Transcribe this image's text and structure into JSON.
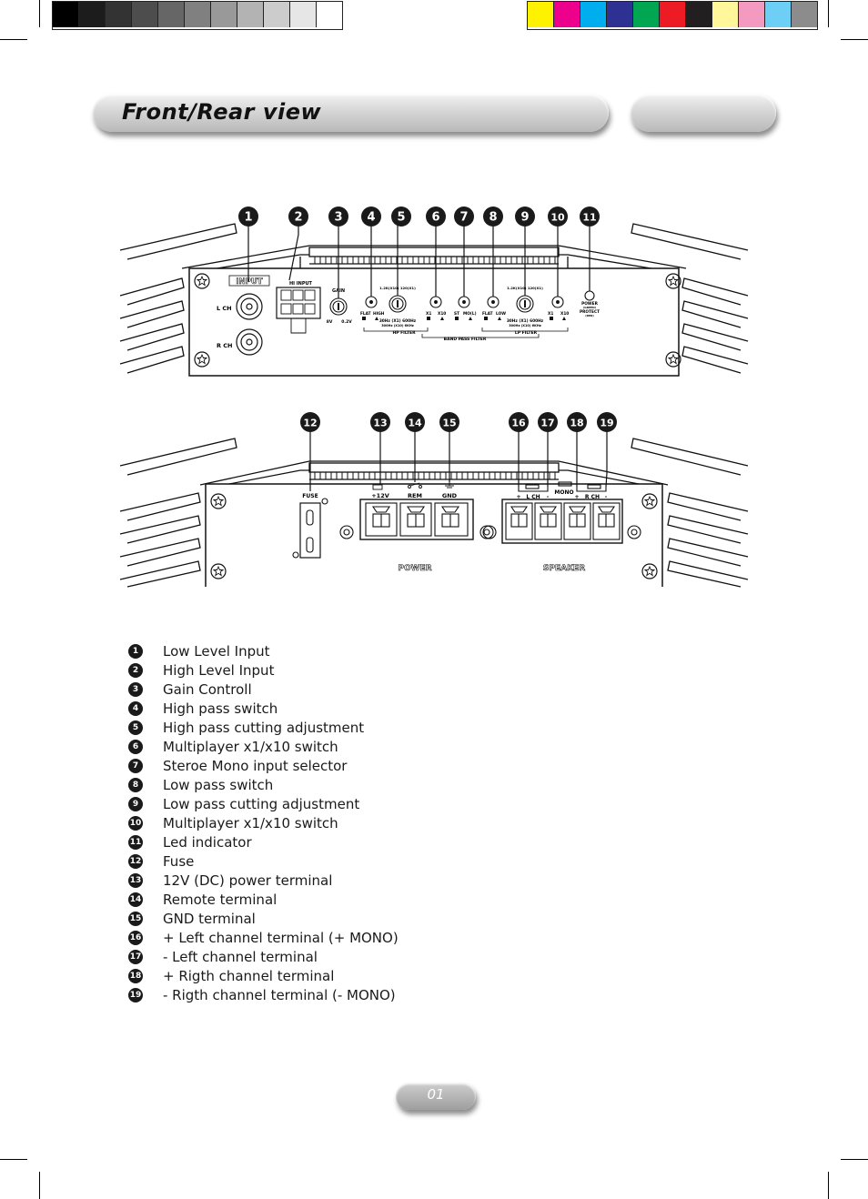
{
  "header": {
    "title": "Front/Rear view",
    "gray_swatches": [
      "#000000",
      "#1c1c1c",
      "#333333",
      "#4d4d4d",
      "#666666",
      "#808080",
      "#999999",
      "#b3b3b3",
      "#cccccc",
      "#e6e6e6",
      "#ffffff"
    ],
    "color_swatches": [
      "#fff200",
      "#ec008c",
      "#00aeef",
      "#2e3192",
      "#00a651",
      "#ed1c24",
      "#231f20",
      "#fff799",
      "#f49ac1",
      "#6dcff6",
      "#8c8c8c"
    ]
  },
  "front_panel": {
    "callouts": [
      "1",
      "2",
      "3",
      "4",
      "5",
      "6",
      "7",
      "8",
      "9",
      "10",
      "11"
    ],
    "input_logo": "INPUT",
    "hi_input": "HI INPUT",
    "l_ch": "L CH",
    "r_ch": "R CH",
    "gain": "GAIN",
    "gain_min": "8V",
    "gain_max": "0.2V",
    "flat": "FLAT",
    "high": "HIGH",
    "hp_range_top": "1.2K(X10) 120(X1)",
    "hp_range_bottom": "30Hz (X1) 600Hz",
    "hp_range_sub": "300Hz (X10) 6KHz",
    "x1": "X1",
    "x10": "X10",
    "st": "ST",
    "mo": "MO(L)",
    "flat2": "FLAT",
    "low": "LOW",
    "lp_range_top": "1.2K(X10) 120(X1)",
    "lp_range_bottom": "30Hz (X1) 600Hz",
    "lp_range_sub": "300Hz (X10) 6KHz",
    "x1b": "X1",
    "x10b": "X10",
    "power": "POWER",
    "green": "(GREEN)",
    "protect": "PROTECT",
    "red": "(RED)",
    "hp_filter": "HP FILTER",
    "band_pass": "BAND PASS FILTER",
    "lp_filter": "LP FILTER"
  },
  "rear_panel": {
    "callouts": [
      "12",
      "13",
      "14",
      "15",
      "16",
      "17",
      "18",
      "19"
    ],
    "fuse": "FUSE",
    "plus12v": "+12V",
    "rem": "REM",
    "gnd": "GND",
    "plus_l": "+",
    "l_ch": "L CH",
    "minus_l": "-",
    "mono": "MONO",
    "plus_r": "+",
    "r_ch": "R CH",
    "minus_r": "-",
    "power_logo": "POWER",
    "speaker_logo": "SPEAKER"
  },
  "legend": [
    {
      "num": "1",
      "label": "Low Level Input"
    },
    {
      "num": "2",
      "label": "High Level Input"
    },
    {
      "num": "3",
      "label": "Gain Controll"
    },
    {
      "num": "4",
      "label": "High pass switch"
    },
    {
      "num": "5",
      "label": "High pass cutting adjustment"
    },
    {
      "num": "6",
      "label": "Multiplayer x1/x10 switch"
    },
    {
      "num": "7",
      "label": "Steroe Mono input selector"
    },
    {
      "num": "8",
      "label": "Low pass switch"
    },
    {
      "num": "9",
      "label": "Low pass cutting adjustment"
    },
    {
      "num": "10",
      "label": "Multiplayer x1/x10 switch"
    },
    {
      "num": "11",
      "label": "Led indicator"
    },
    {
      "num": "12",
      "label": "Fuse"
    },
    {
      "num": "13",
      "label": "12V (DC) power terminal"
    },
    {
      "num": "14",
      "label": "Remote terminal"
    },
    {
      "num": "15",
      "label": "GND terminal"
    },
    {
      "num": "16",
      "label": "+ Left channel terminal (+ MONO)"
    },
    {
      "num": "17",
      "label": "- Left channel terminal"
    },
    {
      "num": "18",
      "label": "+ Rigth channel terminal"
    },
    {
      "num": "19",
      "label": "- Rigth channel terminal (- MONO)"
    }
  ],
  "footer": {
    "page_number": "01"
  }
}
